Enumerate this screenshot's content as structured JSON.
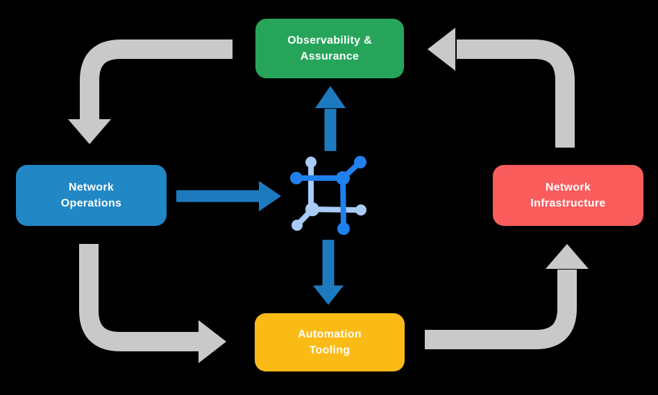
{
  "page": {
    "background": "#000000"
  },
  "diagram": {
    "type": "cycle-flow",
    "nodes": [
      {
        "id": "observability-assurance",
        "label": "Observability &\nAssurance",
        "color": "#26a55a"
      },
      {
        "id": "network-operations",
        "label": "Network\nOperations",
        "color": "#2187c5"
      },
      {
        "id": "network-infrastructure",
        "label": "Network\nInfrastructure",
        "color": "#fa5c5c"
      },
      {
        "id": "automation-tooling",
        "label": "Automation\nTooling",
        "color": "#fbbb17"
      }
    ],
    "center_icon": {
      "name": "network-node-icon",
      "primary_color": "#2080ed",
      "secondary_color": "#a9ccf6"
    },
    "colors": {
      "outer_arrow": "#c9c9c9",
      "inner_arrow": "#1e7abf",
      "label_text": "#ffffff"
    },
    "outer_flow": [
      {
        "from": "Observability & Assurance",
        "to": "Network Operations"
      },
      {
        "from": "Network Operations",
        "to": "Automation Tooling"
      },
      {
        "from": "Automation Tooling",
        "to": "Network Infrastructure"
      },
      {
        "from": "Network Infrastructure",
        "to": "Observability & Assurance"
      }
    ],
    "inner_flow": [
      {
        "from": "Network Operations",
        "to": "center icon"
      },
      {
        "from": "center icon",
        "to": "Observability & Assurance"
      },
      {
        "from": "center icon",
        "to": "Automation Tooling"
      }
    ]
  }
}
